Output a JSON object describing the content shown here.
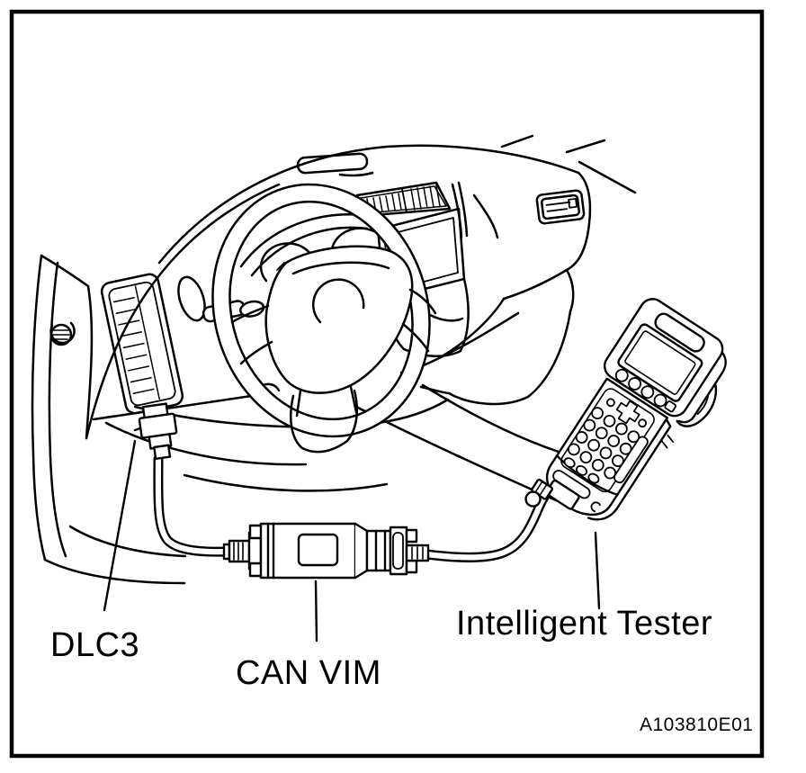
{
  "figure": {
    "type": "technical-illustration",
    "labels": {
      "dlc3": "DLC3",
      "can_vim": "CAN VIM",
      "intelligent_tester": "Intelligent Tester",
      "figure_code": "A103810E01"
    },
    "colors": {
      "line": "#000000",
      "background": "#ffffff"
    }
  }
}
